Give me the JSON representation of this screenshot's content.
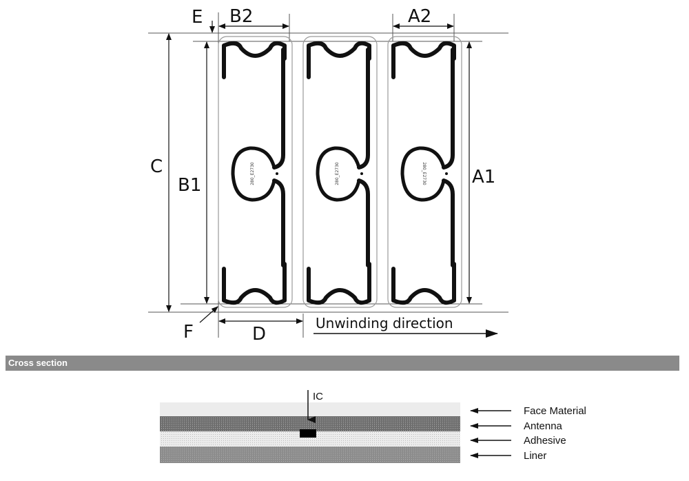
{
  "dimensions": {
    "E": "E",
    "B2": "B2",
    "A2": "A2",
    "C": "C",
    "B1": "B1",
    "A1": "A1",
    "F": "F",
    "D": "D"
  },
  "unwinding_label": "Unwinding direction",
  "chip_label": "280_E2730",
  "section_title": "Cross section",
  "cross_section": {
    "ic_label": "IC",
    "layers": [
      {
        "name": "Face Material",
        "color": "#ececec"
      },
      {
        "name": "Antenna",
        "color": "#7c7c7c"
      },
      {
        "name": "Adhesive",
        "color": "#e6e6e6"
      },
      {
        "name": "Liner",
        "color": "#9a9a9a"
      }
    ]
  },
  "colors": {
    "antenna": "#111111",
    "label_outline": "#9a9a9a",
    "bar": "#8a8a8a"
  }
}
